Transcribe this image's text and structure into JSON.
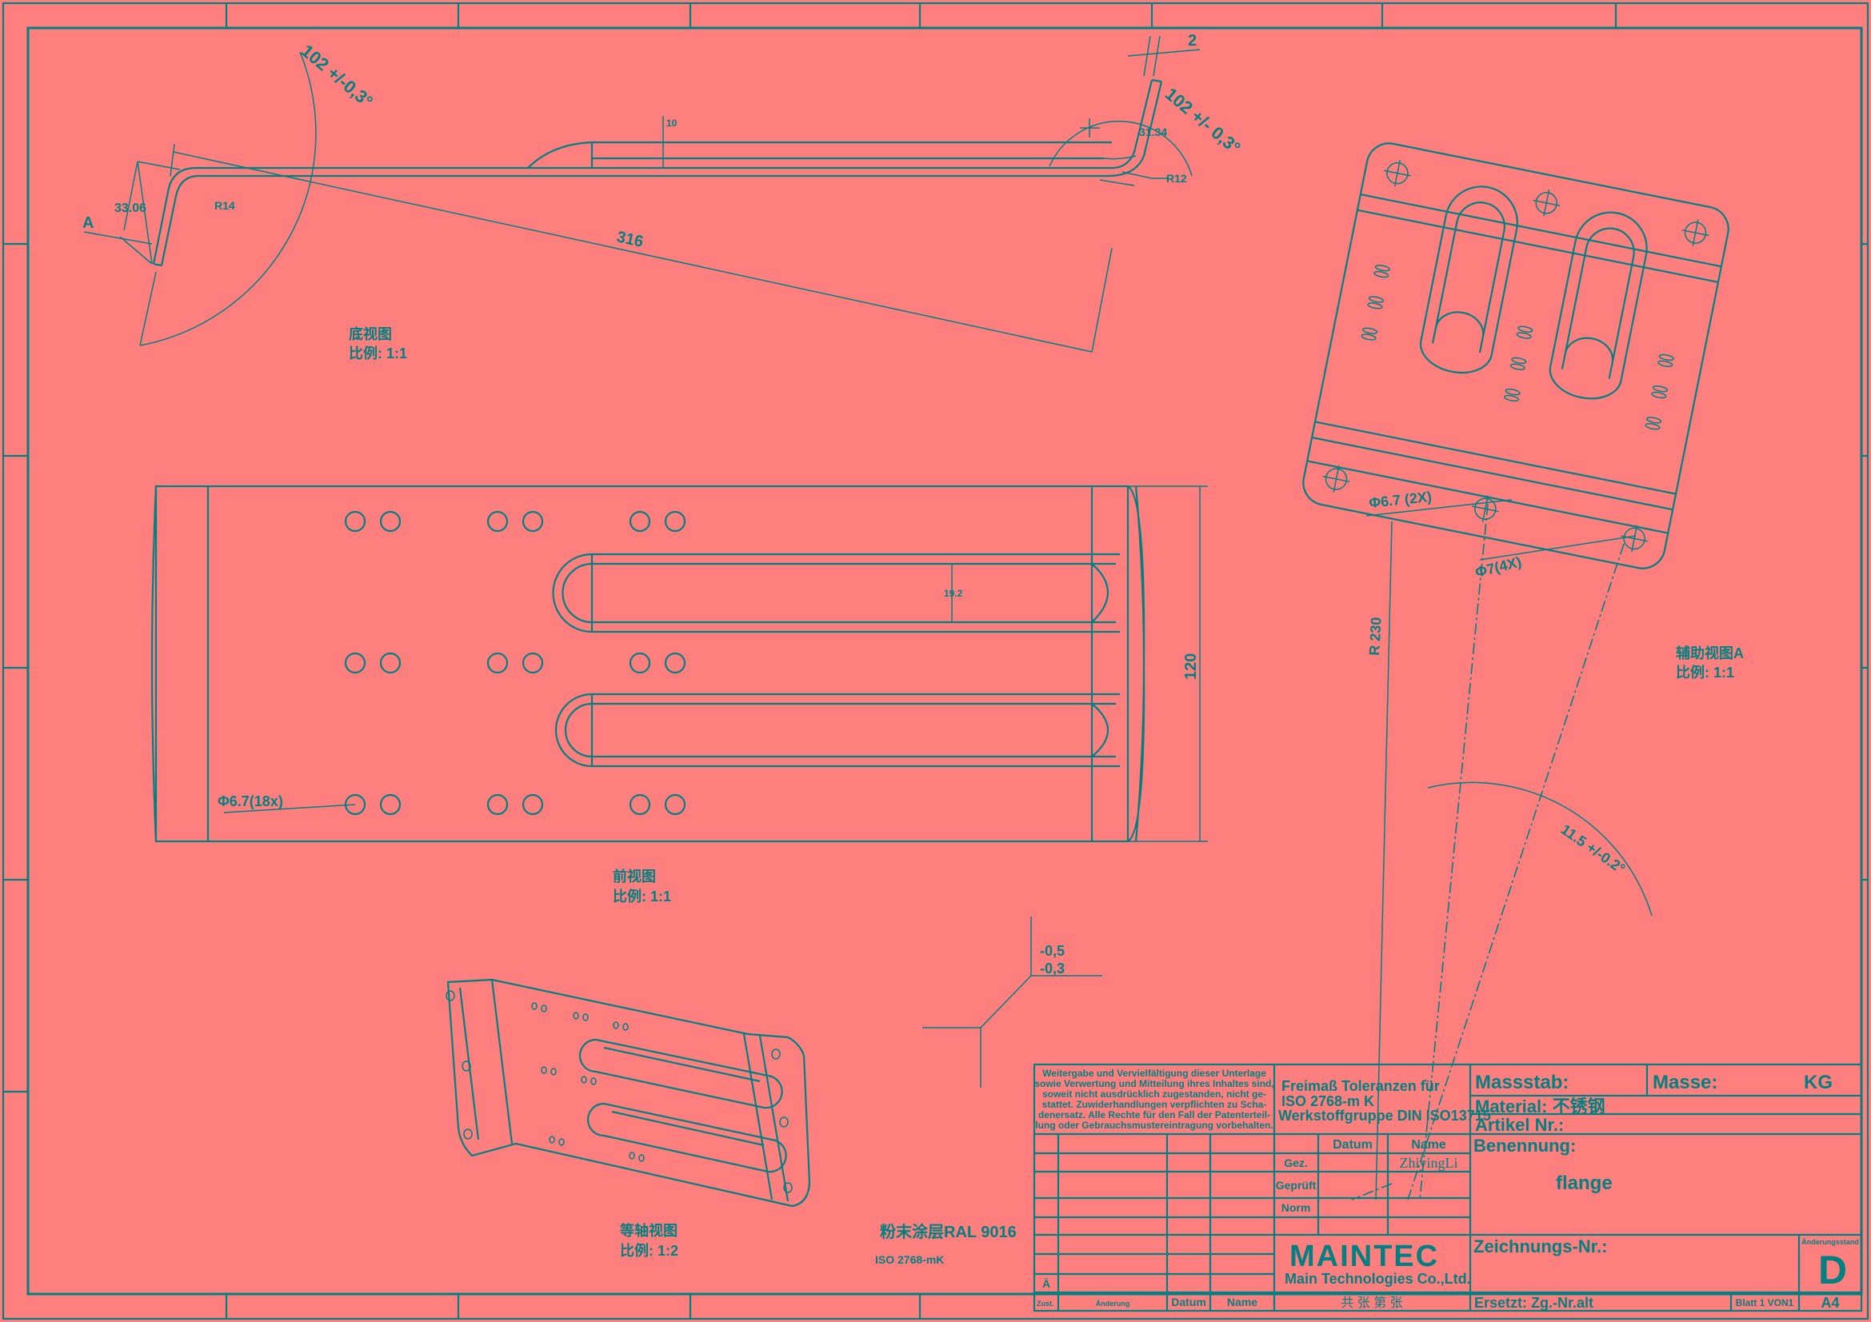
{
  "colors": {
    "paper": "#ff7f7f",
    "ink": "#008080"
  },
  "views": {
    "bottom": {
      "title": "底视图",
      "scale": "比例: 1:1",
      "angle_left": "102 +/-0,3°",
      "angle_right": "102 +/- 0,3°",
      "length": "316",
      "radius_left": "R14",
      "radius_right": "R12",
      "flange_left": "33.06",
      "flange_right": "31.34",
      "thickness": "2",
      "height": "10",
      "section_marker": "A"
    },
    "front": {
      "title": "前视图",
      "scale": "比例: 1:1",
      "width": "120",
      "slot_width": "19.2",
      "holes": "Φ6.7(18x)"
    },
    "auxiliary": {
      "title": "辅助视图A",
      "scale": "比例: 1:1",
      "holes_a": "Φ6.7 (2X)",
      "holes_b": "Φ7(4X)",
      "radius": "R 230",
      "angle": "11.5 +/-0.2°"
    },
    "isometric": {
      "title": "等轴视图",
      "scale": "比例: 1:2"
    },
    "notes": {
      "tolerance_upper": "-0,5",
      "tolerance_lower": "-0,3",
      "coating": "粉末涂层RAL 9016",
      "iso": "ISO 2768-mK"
    }
  },
  "title_block": {
    "copyright": [
      "Weitergabe und Vervielfältigung dieser Unterlage",
      "sowie Verwertung und Mitteilung ihres Inhaltes sind,",
      "soweit nicht ausdrücklich zugestanden, nicht ge-",
      "stattet. Zuwiderhandlungen verpflichten zu Scha-",
      "denersatz. Alle Rechte für den Fall der Patenterteil-",
      "lung oder Gebrauchsmustereintragung vorbehalten."
    ],
    "tolerance": [
      "Freimaß Toleranzen für",
      "ISO 2768-m K",
      "Werkstoffgruppe DIN ISO13715"
    ],
    "col_datum": "Datum",
    "col_name": "Name",
    "row_gez": "Gez.",
    "row_geprueft": "Geprüft",
    "row_norm": "Norm",
    "drawn_by": "ZhiyingLi",
    "massstab": "Massstab:",
    "masse": "Masse:",
    "masse_unit": "KG",
    "material": "Material: 不锈钢",
    "artikel": "Artikel Nr.:",
    "benennung": "Benennung:",
    "part_name": "flange",
    "zeichnungs_nr": "Zeichnungs-Nr.:",
    "aenderungsstand_label": "Änderungsstand",
    "revision": "D",
    "logo": "MAINTEC",
    "company": "Main Technologies Co.,Ltd.",
    "rev_row_marker": "Ä",
    "footer": {
      "zust": "Zust.",
      "aenderung": "Änderung",
      "datum": "Datum",
      "name": "Name",
      "sheets": "共  张  第  张",
      "ersetzt": "Ersetzt: Zg.-Nr.alt",
      "blatt": "Blatt 1 VON1",
      "format": "A4"
    }
  }
}
